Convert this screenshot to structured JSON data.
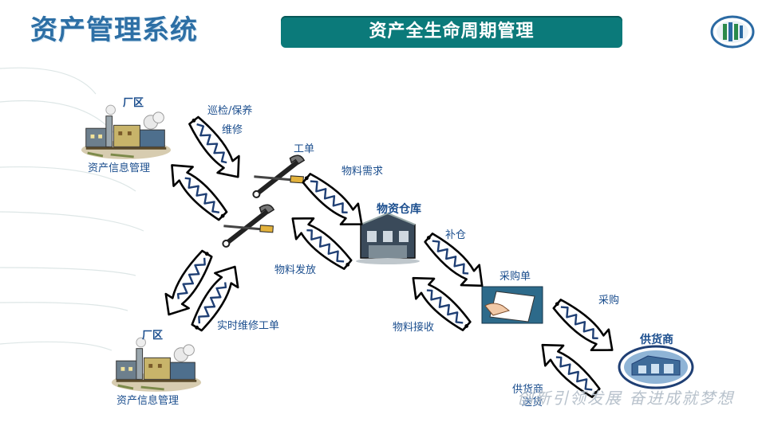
{
  "title": "资产管理系统",
  "banner": "资产全生命周期管理",
  "motto": "创新引领发展 奋进成就梦想",
  "colors": {
    "banner": "#0b7a7a",
    "label": "#1b4e8e",
    "title": "#2d6fa5"
  },
  "nodes": {
    "plant_top": {
      "title": "厂区",
      "caption": "资产信息管理"
    },
    "plant_bottom": {
      "title": "厂区",
      "caption": "资产信息管理"
    },
    "work_order": {
      "title": "工单"
    },
    "warehouse": {
      "title": "物资仓库"
    },
    "purchase_order": {
      "title": "采购单"
    },
    "supplier": {
      "title": "供货商"
    }
  },
  "edges": {
    "inspect": [
      "巡检/保养",
      "维修"
    ],
    "material_demand": "物料需求",
    "material_issue": "物料发放",
    "realtime_order": "实时维修工单",
    "replenish": "补仓",
    "material_receive": "物料接收",
    "purchase": "采购",
    "supplier_delivery": [
      "供货商",
      "送货"
    ]
  },
  "icons": [
    "logo-icon",
    "factory-icon",
    "wrench-icon",
    "warehouse-icon",
    "document-icon",
    "supplier-building-icon",
    "zigzag-arrow-icon"
  ]
}
